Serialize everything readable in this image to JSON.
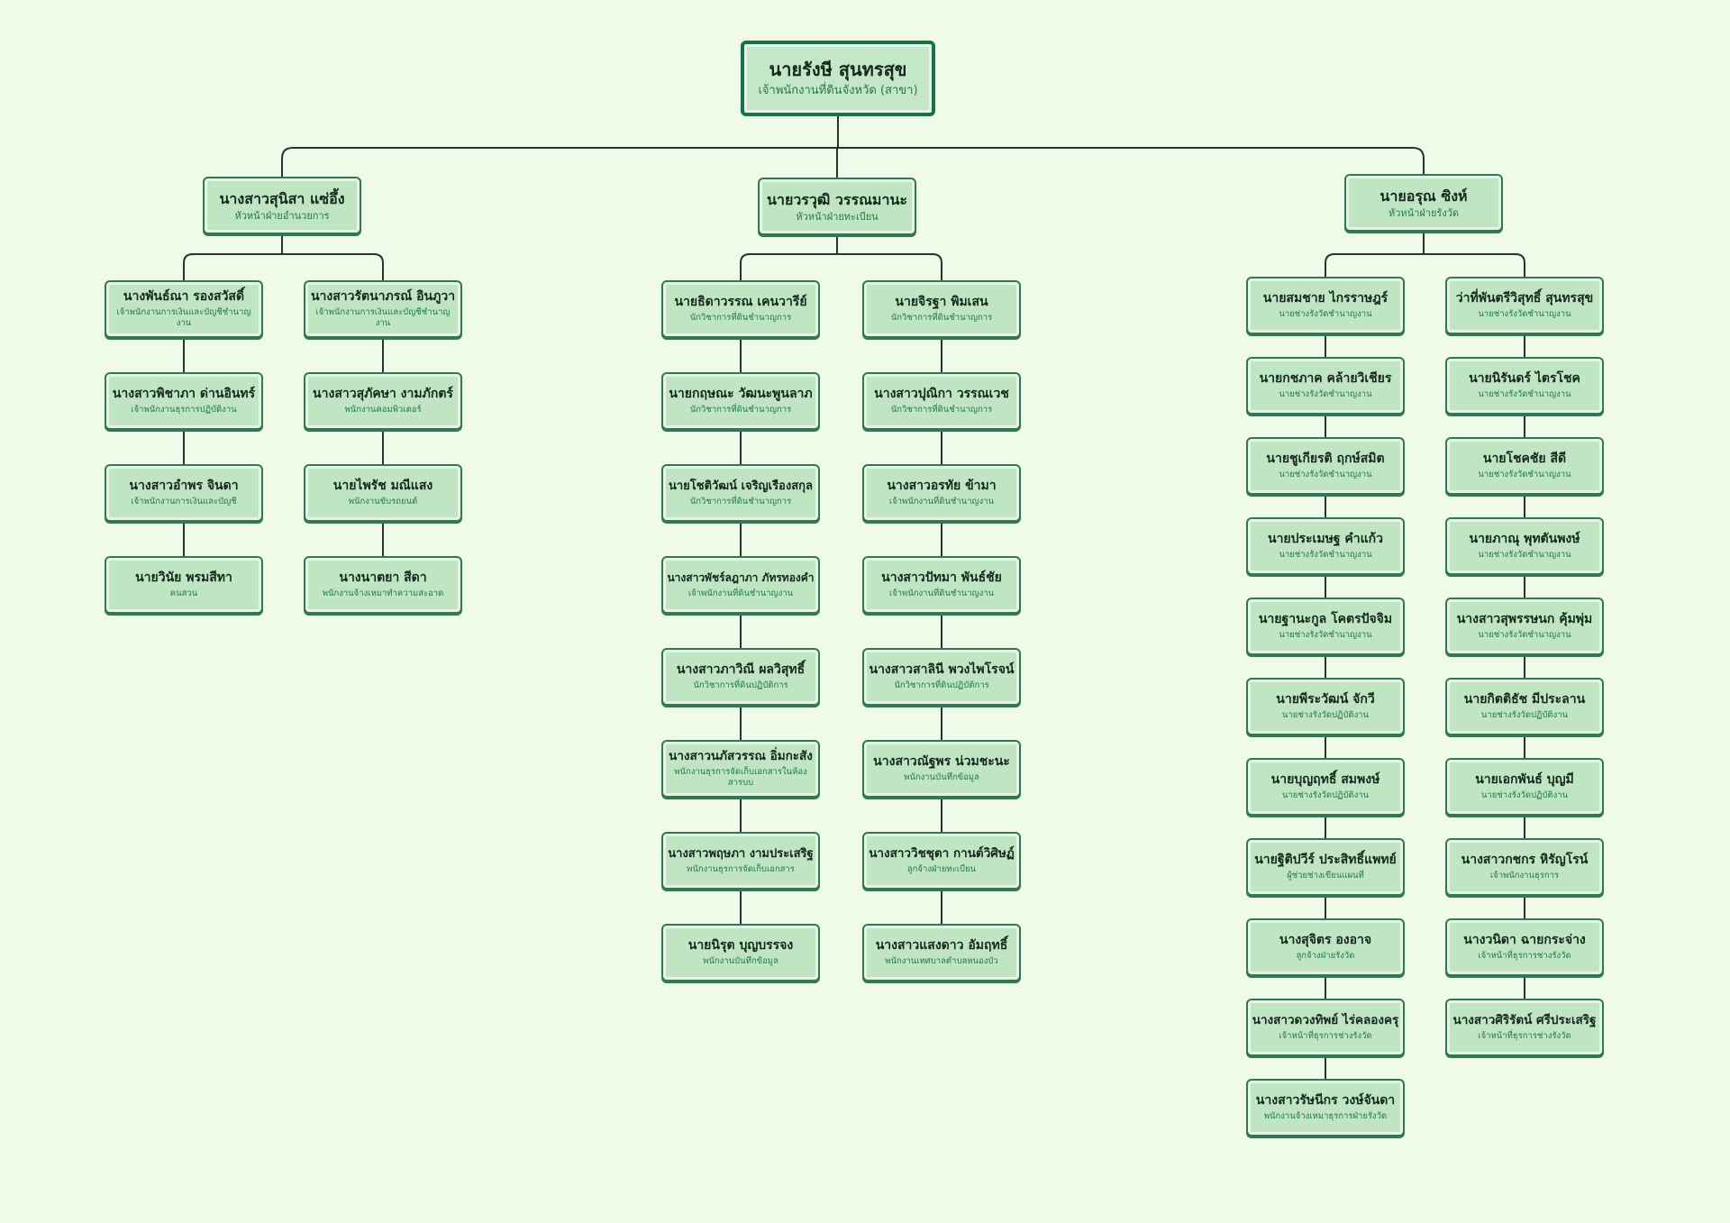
{
  "chart": {
    "root": {
      "name": "นายรังษี สุนทรสุข",
      "position": "เจ้าพนักงานที่ดินจังหวัด (สาขา)"
    },
    "divisions": [
      {
        "head": {
          "name": "นางสาวสุนิสา แซ่อึ้ง",
          "position": "หัวหน้าฝ่ายอำนวยการ"
        },
        "columns": [
          [
            {
              "name": "นางพันธ์ณา รองสวัสดิ์",
              "position": "เจ้าพนักงานการเงินและบัญชีชำนาญงาน"
            },
            {
              "name": "นางสาวพิชาภา ด่านอินทร์",
              "position": "เจ้าพนักงานธุรการปฏิบัติงาน"
            },
            {
              "name": "นางสาวอำพร จินดา",
              "position": "เจ้าพนักงานการเงินและบัญชี"
            },
            {
              "name": "นายวินัย พรมสีทา",
              "position": "คนสวน"
            }
          ],
          [
            {
              "name": "นางสาวรัตนาภรณ์ อินภูวา",
              "position": "เจ้าพนักงานการเงินและบัญชีชำนาญงาน"
            },
            {
              "name": "นางสาวสุภัคษา งามภักตร์",
              "position": "พนักงานคอมพิวเตอร์"
            },
            {
              "name": "นายไพรัช มณีแสง",
              "position": "พนักงานขับรถยนต์"
            },
            {
              "name": "นางนาตยา สีดา",
              "position": "พนักงานจ้างเหมาทำความสะอาด"
            }
          ]
        ]
      },
      {
        "head": {
          "name": "นายวรวุฒิ วรรณมานะ",
          "position": "หัวหน้าฝ่ายทะเบียน"
        },
        "columns": [
          [
            {
              "name": "นายธิดาวรรณ เคนวารีย์",
              "position": "นักวิชาการที่ดินชำนาญการ"
            },
            {
              "name": "นายกฤษณะ วัฒนะพูนลาภ",
              "position": "นักวิชาการที่ดินชำนาญการ"
            },
            {
              "name": "นายโชติวัฒน์ เจริญเรืองสกุล",
              "position": "นักวิชาการที่ดินชำนาญการ"
            },
            {
              "name": "นางสาวพัชร์ลฎาภา ภัทรทองคำ",
              "position": "เจ้าพนักงานที่ดินชำนาญงาน"
            },
            {
              "name": "นางสาวภาวิณี ผลวิสุทธิ์",
              "position": "นักวิชาการที่ดินปฏิบัติการ"
            },
            {
              "name": "นางสาวนภัสวรรณ อิ่มกะสัง",
              "position": "พนักงานธุรการจัดเก็บเอกสารในห้องสารบบ"
            },
            {
              "name": "นางสาวพฤษภา งามประเสริฐ",
              "position": "พนักงานธุรการจัดเก็บเอกสาร"
            },
            {
              "name": "นายนิรุต บุญบรรจง",
              "position": "พนักงานบันทึกข้อมูล"
            }
          ],
          [
            {
              "name": "นายจิรฐา พิมเสน",
              "position": "นักวิชาการที่ดินชำนาญการ"
            },
            {
              "name": "นางสาวปุณิกา วรรณเวช",
              "position": "นักวิชาการที่ดินชำนาญการ"
            },
            {
              "name": "นางสาวอรทัย ข้ามา",
              "position": "เจ้าพนักงานที่ดินชำนาญงาน"
            },
            {
              "name": "นางสาวปัทมา พันธ์ชัย",
              "position": "เจ้าพนักงานที่ดินชำนาญงาน"
            },
            {
              "name": "นางสาวสาลินี พวงไพโรจน์",
              "position": "นักวิชาการที่ดินปฏิบัติการ"
            },
            {
              "name": "นางสาวณัฐพร น่วมชะนะ",
              "position": "พนักงานบันทึกข้อมูล"
            },
            {
              "name": "นางสาววิชชุตา กานต์วิศิษฏ์",
              "position": "ลูกจ้างฝ่ายทะเบียน"
            },
            {
              "name": "นางสาวแสงดาว อัมฤทธิ์",
              "position": "พนักงานเทศบาลตำบลหนองบัว"
            }
          ]
        ]
      },
      {
        "head": {
          "name": "นายอรุณ ซิงห์",
          "position": "หัวหน้าฝ่ายรังวัด"
        },
        "columns": [
          [
            {
              "name": "นายสมชาย ไกรราษฎร์",
              "position": "นายช่างรังวัดชำนาญงาน"
            },
            {
              "name": "นายกชภาค คล้ายวิเชียร",
              "position": "นายช่างรังวัดชำนาญงาน"
            },
            {
              "name": "นายชูเกียรติ ฤกษ์สมิต",
              "position": "นายช่างรังวัดชำนาญงาน"
            },
            {
              "name": "นายประเมษฐ คำแก้ว",
              "position": "นายช่างรังวัดชำนาญงาน"
            },
            {
              "name": "นายฐานะกูล โคตรปัจจิม",
              "position": "นายช่างรังวัดชำนาญงาน"
            },
            {
              "name": "นายพีระวัฒน์ จักวี",
              "position": "นายช่างรังวัดปฏิบัติงาน"
            },
            {
              "name": "นายบุญฤทธิ์ สมพงษ์",
              "position": "นายช่างรังวัดปฏิบัติงาน"
            },
            {
              "name": "นายฐิติปวีร์ ประสิทธิ์แพทย์",
              "position": "ผู้ช่วยช่างเขียนแผนที่"
            },
            {
              "name": "นางสุจิตร องอาจ",
              "position": "ลูกจ้างฝ่ายรังวัด"
            },
            {
              "name": "นางสาวดวงทิพย์ ไร่คลองครุ",
              "position": "เจ้าหน้าที่ธุรการช่างรังวัด"
            },
            {
              "name": "นางสาวรัษนีกร วงษ์จันดา",
              "position": "พนักงานจ้างเหมาธุรการฝ่ายรังวัด"
            }
          ],
          [
            {
              "name": "ว่าที่พันตรีวิสุทธิ์ สุนทรสุข",
              "position": "นายช่างรังวัดชำนาญงาน"
            },
            {
              "name": "นายนิรันดร์ ไตรโชค",
              "position": "นายช่างรังวัดชำนาญงาน"
            },
            {
              "name": "นายโชคชัย สีดี",
              "position": "นายช่างรังวัดชำนาญงาน"
            },
            {
              "name": "นายภาณุ พุทตันพงษ์",
              "position": "นายช่างรังวัดชำนาญงาน"
            },
            {
              "name": "นางสาวสุพรรษนก คุ้มพุ่ม",
              "position": "นายช่างรังวัดชำนาญงาน"
            },
            {
              "name": "นายกิตติธัช มีประลาน",
              "position": "นายช่างรังวัดปฏิบัติงาน"
            },
            {
              "name": "นายเอกพันธ์ บุญมี",
              "position": "นายช่างรังวัดปฏิบัติงาน"
            },
            {
              "name": "นางสาวกชกร หิรัญโรน์",
              "position": "เจ้าพนักงานธุรการ"
            },
            {
              "name": "นางวนิดา ฉายกระจ่าง",
              "position": "เจ้าหน้าที่ธุรการช่างรังวัด"
            },
            {
              "name": "นางสาวศิริรัตน์ ศรีประเสริฐ",
              "position": "เจ้าหน้าที่ธุรการช่างรังวัด"
            }
          ]
        ]
      }
    ]
  }
}
